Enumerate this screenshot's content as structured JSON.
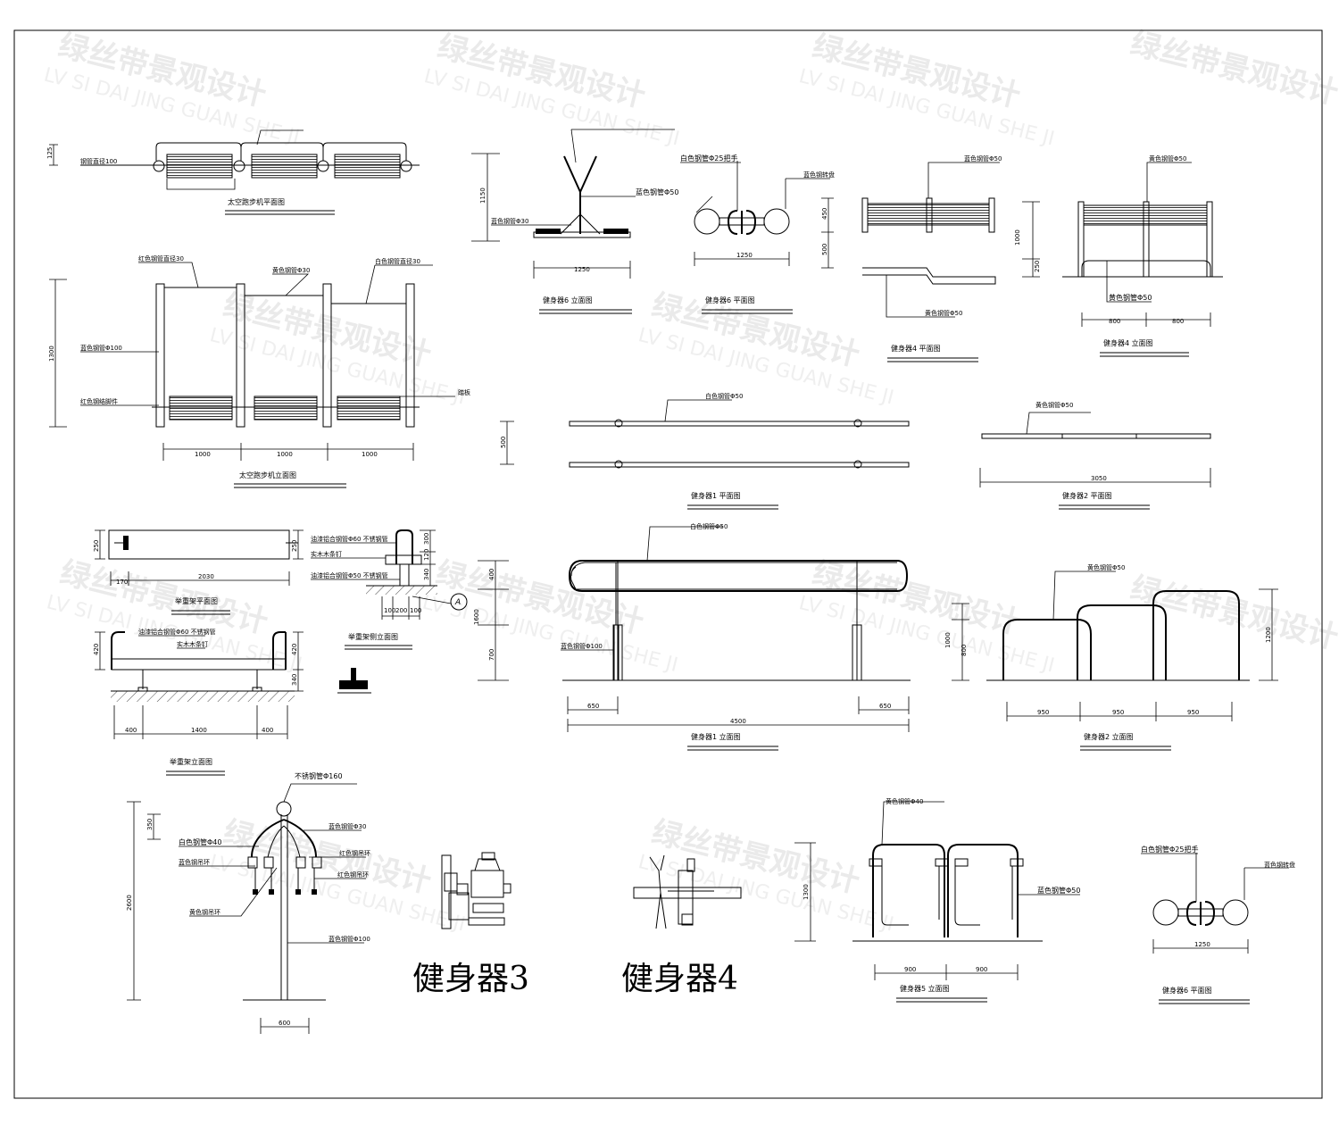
{
  "watermark": {
    "cn": "绿丝带景观设计",
    "en": "LV SI DAI JING GUAN SHE JI"
  },
  "treadmill": {
    "plan_title": "太空跑步机平面图",
    "plan_dim_left": "125",
    "plan_note_steel": "钢管直径100",
    "elev_title": "太空跑步机立面图",
    "elev_height": "1300",
    "elev_dims": [
      "1000",
      "1000",
      "1000"
    ],
    "notes": [
      "红色钢管直径30",
      "黄色钢管Φ30",
      "白色钢管直径30",
      "蓝色钢管Φ100",
      "红色钢结脚件",
      "踏板"
    ]
  },
  "f6": {
    "elev_title": "健身器6 立面图",
    "elev_height": "1150",
    "elev_width": "1250",
    "elev_notes": [
      "蓝色钢管Φ50",
      "蓝色钢管Φ30"
    ],
    "plan_title": "健身器6 平面图",
    "plan_width": "1250",
    "plan_notes": [
      "白色钢管Φ25把手",
      "蓝色钢转盘"
    ]
  },
  "f4": {
    "plan_title": "健身器4 平面图",
    "plan_dims": [
      "450",
      "500"
    ],
    "plan_notes": [
      "蓝色钢管Φ50",
      "黄色钢管Φ50"
    ],
    "elev_title": "健身器4 立面图",
    "elev_dims": [
      "1000",
      "250",
      "800",
      "800"
    ],
    "elev_notes": [
      "黄色钢管Φ50",
      "黄色钢管Φ50"
    ]
  },
  "f1": {
    "plan_title": "健身器1 平面图",
    "plan_dim": "500",
    "plan_note": "白色钢管Φ50",
    "elev_title": "健身器1 立面图",
    "elev_note_top": "白色钢管Φ50",
    "elev_note_post": "蓝色钢管Φ100",
    "elev_dims": [
      "400",
      "1600",
      "700",
      "650",
      "650",
      "4500"
    ]
  },
  "f2": {
    "plan_title": "健身器2 平面图",
    "plan_note": "黄色钢管Φ50",
    "plan_width": "3050",
    "elev_title": "健身器2 立面图",
    "elev_note": "黄色钢管Φ50",
    "elev_dims": [
      "1000",
      "800",
      "1200",
      "950",
      "950",
      "950"
    ]
  },
  "weight": {
    "plan_title": "举重架平面图",
    "plan_dims": [
      "250",
      "250",
      "170",
      "2030"
    ],
    "side_title": "举重架侧立面图",
    "side_notes": [
      "油漆铝合钢管Φ60 不锈钢管",
      "实木木条钉",
      "油漆铝合钢管Φ50 不锈钢管"
    ],
    "side_dims": [
      "300",
      "120",
      "340",
      "100",
      "200",
      "100"
    ],
    "section_mark": "A",
    "elev_title": "举重架立面图",
    "elev_notes": [
      "油漆铝合钢管Φ60 不锈钢管",
      "实木木条钉"
    ],
    "elev_dims": [
      "420",
      "420",
      "340",
      "400",
      "1400",
      "400"
    ]
  },
  "f3_tech": {
    "notes": [
      "不锈钢管Φ160",
      "蓝色钢管Φ30",
      "白色钢管Φ40",
      "红色钢吊环",
      "蓝色钢吊环",
      "红色钢吊环",
      "黄色钢吊环",
      "蓝色钢管Φ100"
    ],
    "dims": [
      "350",
      "2600",
      "600"
    ]
  },
  "f3_label": "健身器3",
  "f4_label": "健身器4",
  "f5": {
    "elev_title": "健身器5 立面图",
    "elev_height": "1300",
    "notes": [
      "黄色钢管Φ40",
      "蓝色钢管Φ50"
    ],
    "dims": [
      "900",
      "900"
    ]
  },
  "f6b": {
    "plan_title": "健身器6 平面图",
    "width": "1250",
    "notes": [
      "白色钢管Φ25把手",
      "蓝色钢转盘"
    ]
  }
}
